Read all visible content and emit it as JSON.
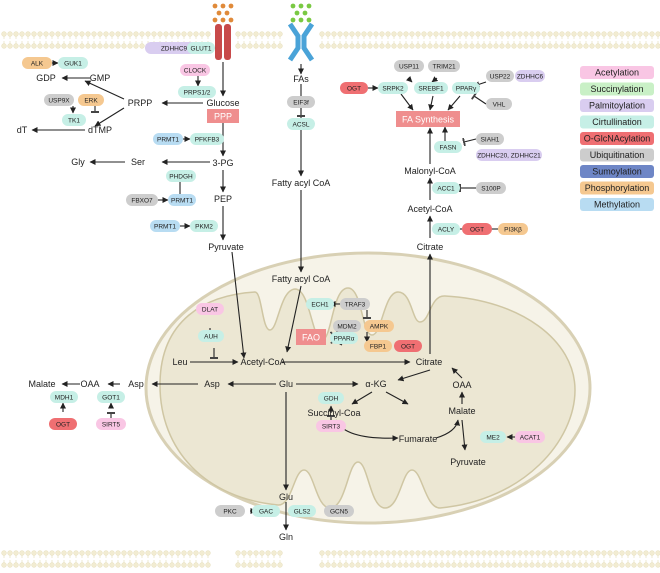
{
  "colors": {
    "acetylation": "#f9c6e4",
    "succinylation": "#c9f0c6",
    "palmitoylation": "#d9cdf0",
    "citrullination": "#c6efe6",
    "o_glcnacylation": "#ef6f72",
    "ubiquitination": "#cdcdcd",
    "sumoylation": "#6e86c6",
    "phosphorylation": "#f5c890",
    "methylation": "#b8dcf2",
    "membrane_head": "#f2ecd2",
    "mito_fill": "#efebda",
    "mito_stroke": "#cfc6a3",
    "synthesis_box": "#ef8e8e"
  },
  "icons": [
    "glucose-transporter-icon",
    "fatty-acid-transporter-icon",
    "glucose-molecule-icon",
    "fatty-acid-molecule-icon"
  ],
  "legend": [
    {
      "label": "Acetylation",
      "color": "#f9c6e4"
    },
    {
      "label": "Succinylation",
      "color": "#c9f0c6"
    },
    {
      "label": "Palmitoylation",
      "color": "#d9cdf0"
    },
    {
      "label": "Cirtullination",
      "color": "#c6efe6"
    },
    {
      "label": "O-GlcNAcylation",
      "color": "#ef6f72"
    },
    {
      "label": "Ubiquitination",
      "color": "#cdcdcd"
    },
    {
      "label": "Sumoylation",
      "color": "#6e86c6"
    },
    {
      "label": "Phosphorylation",
      "color": "#f5c890"
    },
    {
      "label": "Methylation",
      "color": "#b8dcf2"
    }
  ],
  "metabolites": {
    "glucose": "Glucose",
    "gmp": "GMP",
    "gdp": "GDP",
    "prpp": "PRPP",
    "dt": "dT",
    "dtmp": "dTMP",
    "three_pg": "3-PG",
    "ser": "Ser",
    "gly": "Gly",
    "pep": "PEP",
    "pyruvate": "Pyruvate",
    "fas": "FAs",
    "fatty_acyl_coa": "Fatty acyl CoA",
    "fatty_acyl_coa_mito": "Fatty acyl CoA",
    "malonyl_coa": "Malonyl-CoA",
    "acetyl_coa_cyto": "Acetyl-CoA",
    "citrate_cyto": "Citrate",
    "leu": "Leu",
    "acetyl_coa_mito": "Acetyl-CoA",
    "citrate_mito": "Citrate",
    "malate_left": "Malate",
    "oaa_left": "OAA",
    "asp_left": "Asp",
    "asp_mito": "Asp",
    "glu_mito": "Glu",
    "a_kg": "α-KG",
    "succinyl_coa": "Succinyl-Coa",
    "fumarate": "Fumarate",
    "malate_mito": "Malate",
    "oaa_mito": "OAA",
    "pyruvate_mito": "Pyruvate",
    "glu_cyto": "Glu",
    "gln": "Gln"
  },
  "pathways": {
    "ppp": "PPP",
    "fa_synthesis": "FA Synthesis",
    "fao": "FAO"
  },
  "enzymes": {
    "zdhhc9": "ZDHHC9",
    "glut1": "GLUT1",
    "clock": "CLOCK",
    "prps12": "PRPS1/2",
    "alk": "ALK",
    "guk1": "GUK1",
    "usp9x": "USP9X",
    "erk": "ERK",
    "tk1": "TK1",
    "prmt1_a": "PRMT1",
    "pfkfb3": "PFKFB3",
    "phdgh": "PHDGH",
    "fbxo7": "FBXO7",
    "prmt1_b": "PRMT1",
    "prmt1_c": "PRMT1",
    "pkm2": "PKM2",
    "eif3f": "EIF3f",
    "acsl": "ACSL",
    "usp11": "USP11",
    "trim21": "TRIM21",
    "ogt_a": "OGT",
    "srpk2": "SRPK2",
    "srebf1": "SREBF1",
    "pparg": "PPARγ",
    "usp22": "USP22",
    "zdhhc6": "ZDHHC6",
    "vhl": "VHL",
    "siah1": "SIAH1",
    "fasn": "FASN",
    "zdhhc20_21": "ZDHHC20, ZDHHC21",
    "acc1": "ACC1",
    "s100p": "S100P",
    "acly": "ACLY",
    "ogt_b": "OGT",
    "pi3kb": "PI3Kβ",
    "dlat": "DLAT",
    "auh": "AUH",
    "ech1": "ECH1",
    "traf3": "TRAF3",
    "mdm2": "MDM2",
    "ampk": "AMPK",
    "ppara": "PPARα",
    "fbp1": "FBP1",
    "ogt_c": "OGT",
    "mdh1": "MDH1",
    "ogt_d": "OGT",
    "got1": "GOT1",
    "sirt5": "SIRT5",
    "gdh": "GDH",
    "sirt3": "SIRT3",
    "me2": "ME2",
    "acat1": "ACAT1",
    "pkc": "PKC",
    "gac": "GAC",
    "gls2": "GLS2",
    "gcn5": "GCN5"
  }
}
